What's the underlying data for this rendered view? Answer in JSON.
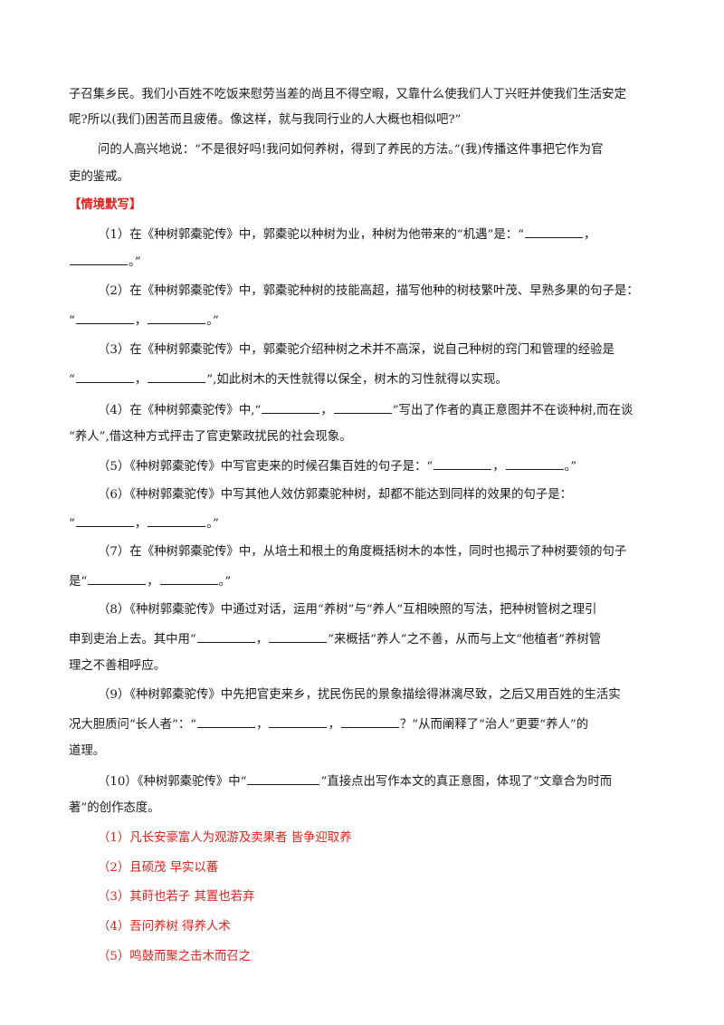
{
  "intro": {
    "line1": "子召集乡民。我们小百姓不吃饭来慰劳当差的尚且不得空暇，又靠什么使我们人丁兴旺并使我们生活安定",
    "line2": "呢?所以(我们)困苦而且疲倦。像这样，就与我同行业的人大概也相似吧?”",
    "line3": "问的人高兴地说：“不是很好吗!我问如何养树，得到了养民的方法。”(我)传播这件事把它作为官",
    "line4": "吏的鉴戒。"
  },
  "section_title": "【情境默写】",
  "questions": {
    "q1": {
      "a": "（1）在《种树郭橐驼传》中，郭橐驼以种树为业，种树为他带来的“机遇”是：“",
      "b": "，",
      "c": "。”"
    },
    "q2": {
      "a": "（2）在《种树郭橐驼传》中，郭橐驼种树的技能高超，描写他种的树枝繁叶茂、早熟多果的句子是：",
      "b": "“",
      "c": "，",
      "d": "。”"
    },
    "q3": {
      "a": "（3）在《种树郭橐驼传》中，郭橐驼介绍种树之术并不高深，说自己种树的窍门和管理的经验是",
      "b": "“",
      "c": "，",
      "d": "”,如此树木的天性就得以保全，树木的习性就得以实现。"
    },
    "q4": {
      "a": "（4）在《种树郭橐驼传》中,“",
      "b": "，",
      "c": "”写出了作者的真正意图并不在谈种树,而在谈",
      "d": "“养人”,借这种方式抨击了官吏繁政扰民的社会现象。"
    },
    "q5": {
      "a": "（5）《种树郭橐驼传》中写官吏来的时候召集百姓的句子是：“",
      "b": "，",
      "c": "。”"
    },
    "q6": {
      "a": "（6）《种树郭橐驼传》中写其他人效仿郭橐驼种树，却都不能达到同样的效果的句子是：",
      "b": "“",
      "c": "，",
      "d": "。”"
    },
    "q7": {
      "a": "（7）在《种树郭橐驼传》中，从培土和根土的角度概括树木的本性，同时也揭示了种树要领的句子",
      "b": "是“",
      "c": "，",
      "d": "。”"
    },
    "q8": {
      "a": "（8）《种树郭橐驼传》中通过对话，运用“养树”与“养人”互相映照的写法，把种树管树之理引",
      "b": "申到吏治上去。其中用“",
      "c": "，",
      "d": "”来概括“养人”之不善，从而与上文“他植者”养树管",
      "e": "理之不善相呼应。"
    },
    "q9": {
      "a": "（9）《种树郭橐驼传》中先把官吏来乡，扰民伤民的景象描绘得淋漓尽致，之后又用百姓的生活实",
      "b": "况大胆质问“长人者”：“",
      "c": "，",
      "d": "，",
      "e": "？”从而阐释了“治人”更要“养人”的",
      "f": "道理。"
    },
    "q10": {
      "a": "（10）《种树郭橐驼传》中“",
      "b": "”直接点出写作本文的真正意图，体现了“文章合为时而",
      "c": "著”的创作态度。"
    }
  },
  "answers": [
    "（1）凡长安豪富人为观游及卖果者 皆争迎取养",
    "（2）且硕茂  早实以蕃",
    "（3）其莳也若子  其置也若弃",
    "（4）吾问养树  得养人术",
    "（5）鸣鼓而聚之击木而召之"
  ]
}
